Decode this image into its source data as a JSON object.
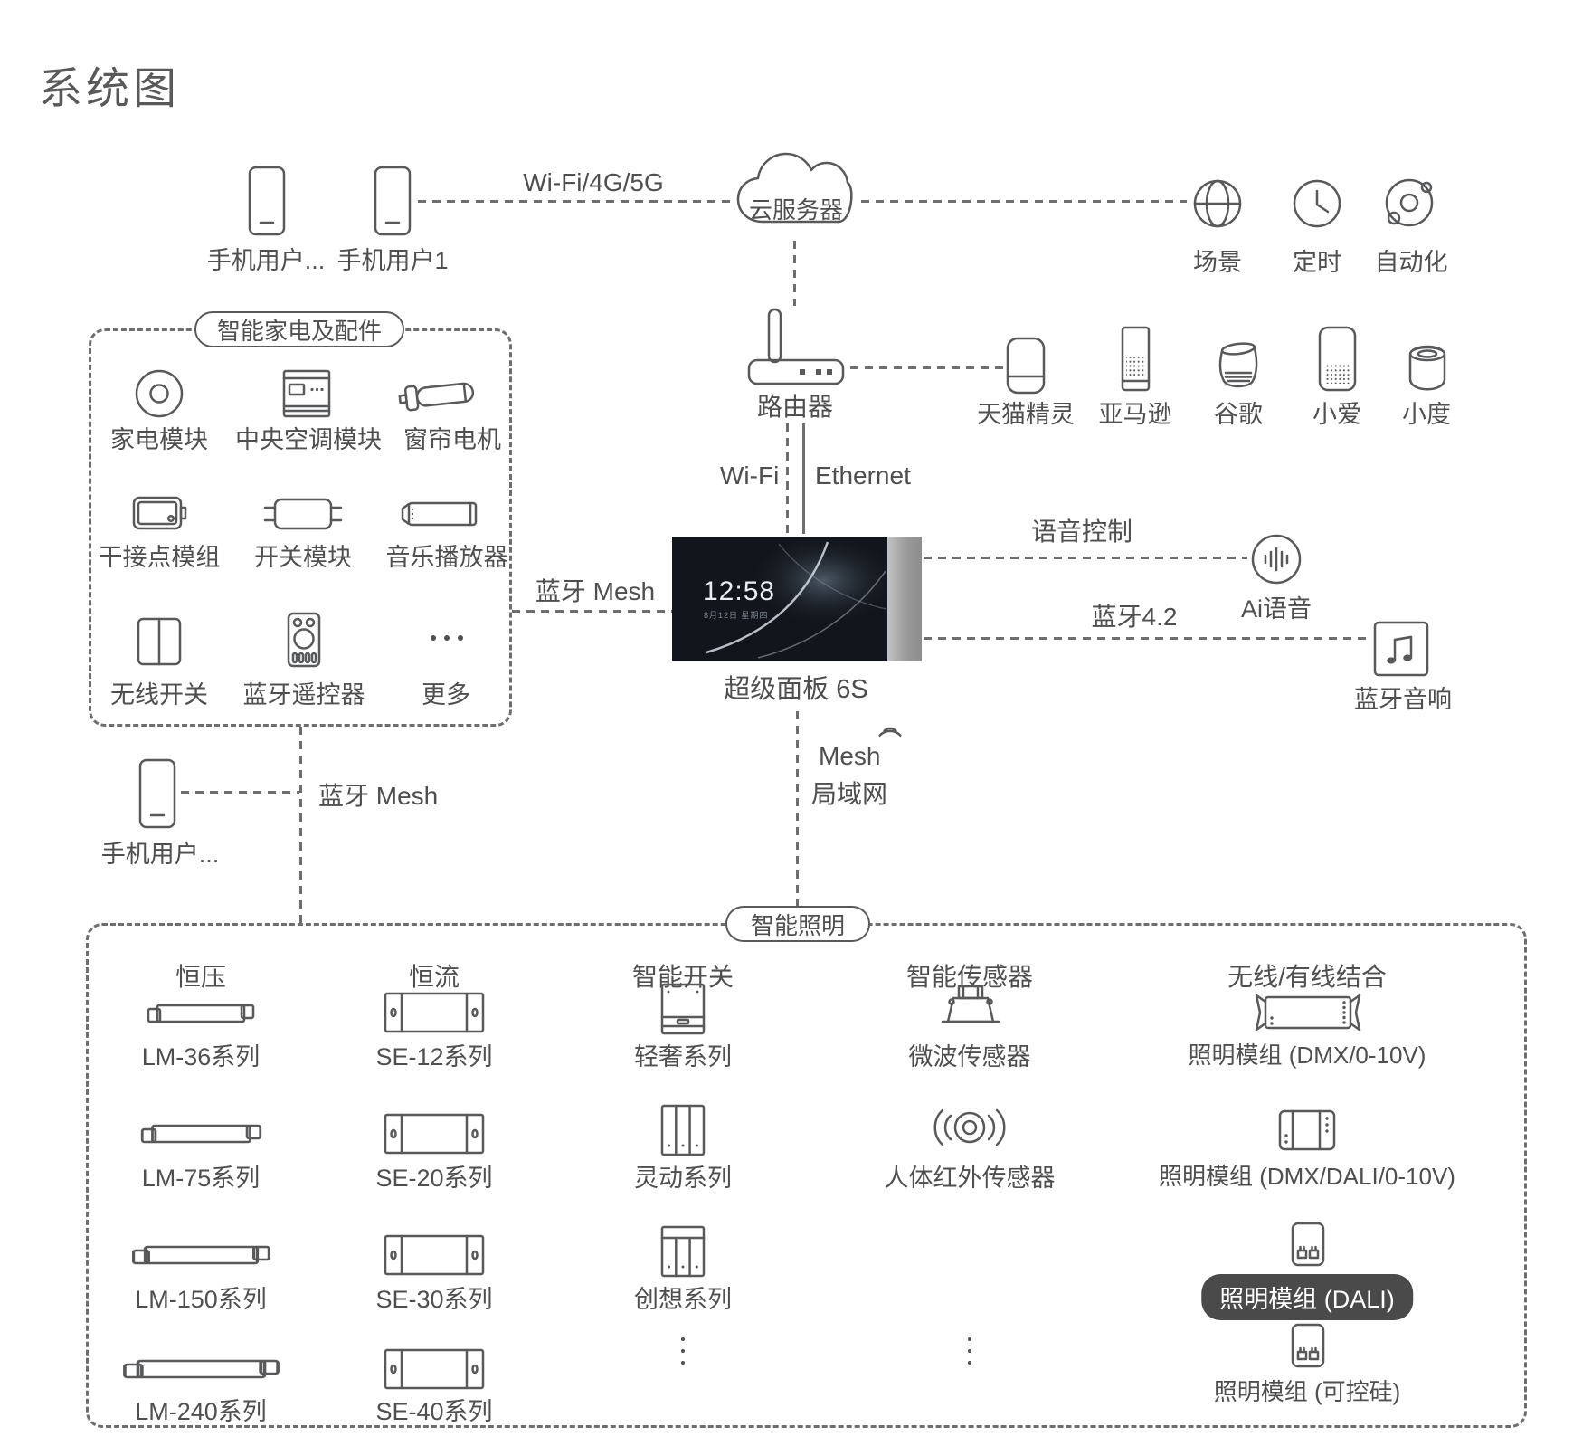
{
  "title": "系统图",
  "top": {
    "phone_user_more": "手机用户...",
    "phone_user_1": "手机用户1",
    "wifi_4g_5g": "Wi-Fi/4G/5G",
    "cloud": "云服务器",
    "scene": "场景",
    "timer": "定时",
    "automation": "自动化"
  },
  "router": {
    "label": "路由器"
  },
  "assistants": {
    "tmall": "天猫精灵",
    "amazon": "亚马逊",
    "google": "谷歌",
    "xiaoai": "小爱",
    "xiaodu": "小度"
  },
  "links": {
    "wifi": "Wi-Fi",
    "ethernet": "Ethernet",
    "bt_mesh_left": "蓝牙 Mesh",
    "bt_mesh_phone": "蓝牙 Mesh",
    "voice_control": "语音控制",
    "bt42": "蓝牙4.2",
    "mesh": "Mesh",
    "lan": "局域网"
  },
  "panel": {
    "time": "12:58",
    "date": "8月12日 星期四",
    "label": "超级面板 6S"
  },
  "right": {
    "ai_voice": "Ai语音",
    "bt_speaker": "蓝牙音响"
  },
  "appliance_box": {
    "title": "智能家电及配件",
    "items": [
      "家电模块",
      "中央空调模块",
      "窗帘电机",
      "干接点模组",
      "开关模块",
      "音乐播放器",
      "无线开关",
      "蓝牙遥控器",
      "更多"
    ]
  },
  "phone_bottom": {
    "label": "手机用户..."
  },
  "lighting_box": {
    "title": "智能照明",
    "columns": [
      {
        "header": "恒压",
        "items": [
          "LM-36系列",
          "LM-75系列",
          "LM-150系列",
          "LM-240系列"
        ]
      },
      {
        "header": "恒流",
        "items": [
          "SE-12系列",
          "SE-20系列",
          "SE-30系列",
          "SE-40系列"
        ]
      },
      {
        "header": "智能开关",
        "items": [
          "轻奢系列",
          "灵动系列",
          "创想系列"
        ]
      },
      {
        "header": "智能传感器",
        "items": [
          "微波传感器",
          "人体红外传感器"
        ]
      },
      {
        "header": "无线/有线结合",
        "items": [
          "照明模组 (DMX/0-10V)",
          "照明模组 (DMX/DALI/0-10V)",
          "照明模组 (DALI)",
          "照明模组 (可控硅)"
        ]
      }
    ]
  },
  "colors": {
    "stroke": "#58595b",
    "text": "#4f4f4f",
    "line": "#6e6e6e",
    "highlight_bg": "#4a4a4b",
    "highlight_text": "#ffffff"
  }
}
